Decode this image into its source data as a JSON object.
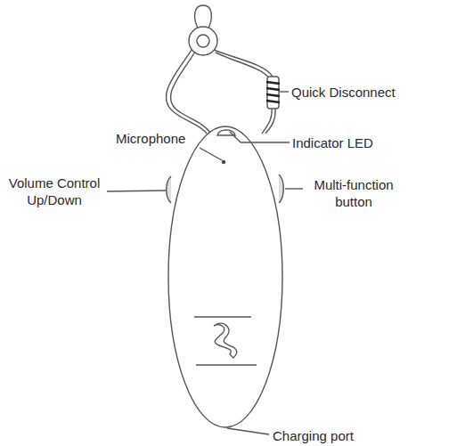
{
  "diagram": {
    "labels": [
      "Quick Disconnect",
      "Microphone",
      "Indicator LED",
      "Volume Control Up/Down",
      "Multi-function button",
      "Charging port"
    ]
  }
}
